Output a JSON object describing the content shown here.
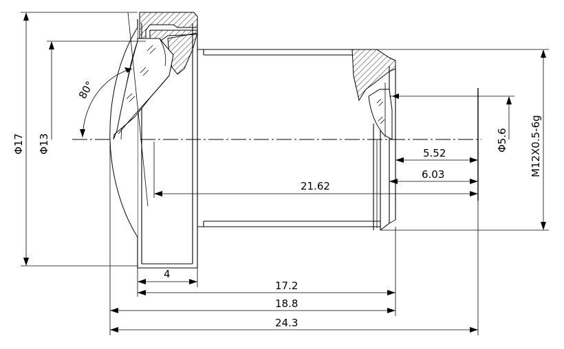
{
  "dimensions": {
    "d17": "Φ17",
    "d13": "Φ13",
    "d56": "Φ5.6",
    "thread": "M12X0.5-6g",
    "angle": "80°",
    "l552": "5.52",
    "l603": "6.03",
    "l2162": "21.62",
    "l4": "4",
    "l172": "17.2",
    "l188": "18.8",
    "l243": "24.3"
  }
}
